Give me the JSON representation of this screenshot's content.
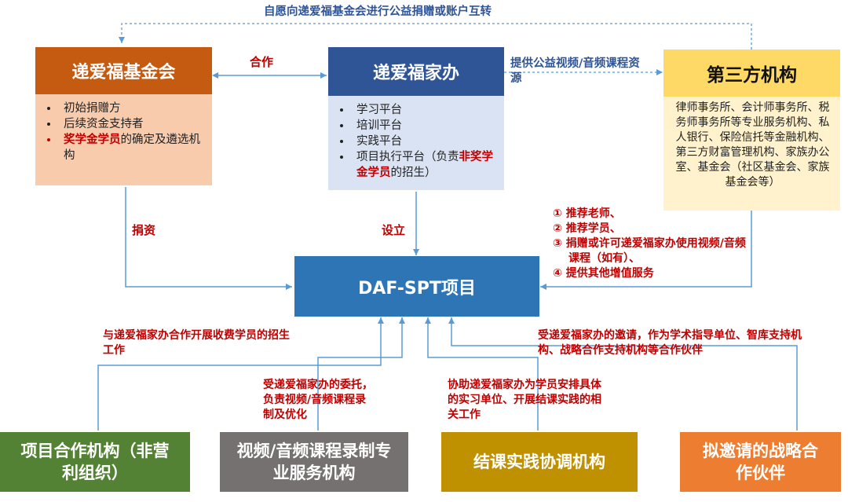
{
  "top_label": "自愿向递爱福基金会进行公益捐赠或账户互转",
  "foundation": {
    "title": "递爱福基金会",
    "items": [
      "初始捐赠方",
      "后续资金支持者"
    ],
    "item3_highlight": "奖学金学员",
    "item3_rest": "的确定及遴选机构"
  },
  "family_office": {
    "title": "递爱福家办",
    "items": [
      "学习平台",
      "培训平台",
      "实践平台"
    ],
    "item4_prefix": "项目执行平台（负责",
    "item4_highlight": "非奖学金学员",
    "item4_suffix": "的招生）"
  },
  "third_party": {
    "title": "第三方机构",
    "description": "律师事务所、会计师事务所、税务师事务所等专业服务机构、私人银行、保险信托等金融机构、第三方财富管理机构、家族办公室、基金会（社区基金会、家族基金会等）"
  },
  "labels": {
    "cooperation": "合作",
    "provide_resources": "提供公益视频/音频课程资源",
    "donation": "捐资",
    "establish": "设立",
    "services": [
      "① 推荐老师、",
      "② 推荐学员、",
      "③ 捐赠或许可递爱福家办使用视频/音频课程（如有）、",
      "④ 提供其他增值服务"
    ]
  },
  "center": {
    "title": "DAF-SPT项目"
  },
  "bottom_labels": {
    "partner": "与递爱福家办合作开展收费学员的招生工作",
    "video": "受递爱福家办的委托，负责视频/音频课程录制及优化",
    "practice": "协助递爱福家办为学员安排具体的实习单位、开展结课实践的相关工作",
    "strategic": "受递爱福家办的邀请，作为学术指导单位、智库支持机构、战略合作支持机构等合作伙伴"
  },
  "bottom_boxes": [
    {
      "title": "项目合作机构（非营利组织）",
      "color": "#548235"
    },
    {
      "title": "视频/音频课程录制专业服务机构",
      "color": "#767171"
    },
    {
      "title": "结课实践协调机构",
      "color": "#bf9000"
    },
    {
      "title": "拟邀请的战略合作伙伴",
      "color": "#ed7d31"
    }
  ],
  "colors": {
    "foundation_header": "#c55a11",
    "foundation_body": "#f8cbad",
    "family_header": "#2f5597",
    "family_body": "#dae3f3",
    "third_header": "#ffd966",
    "third_body": "#fff2cc",
    "center": "#2e75b6",
    "line": "#5b9bd5"
  }
}
